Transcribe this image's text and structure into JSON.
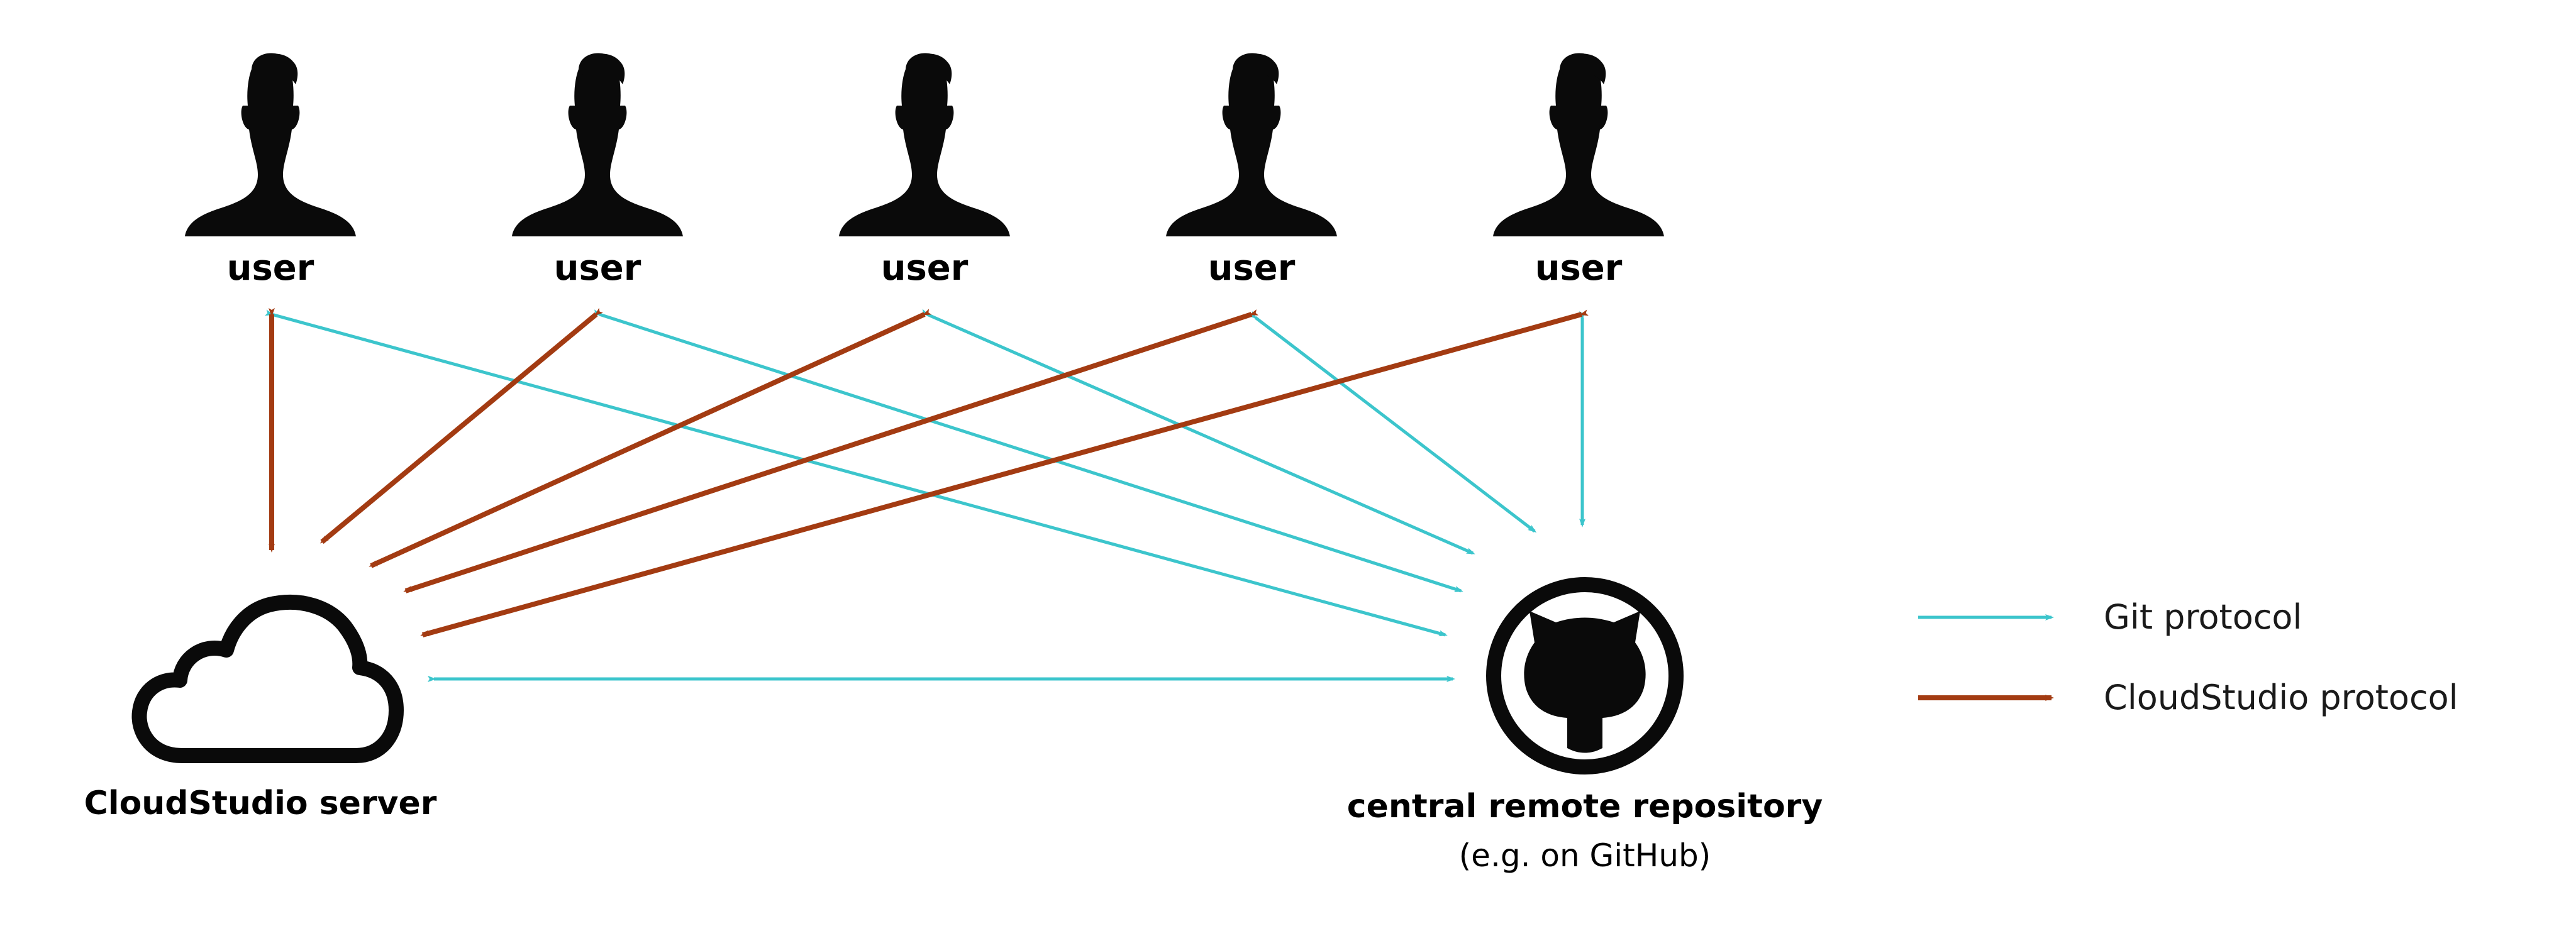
{
  "users": [
    {
      "label": "user"
    },
    {
      "label": "user"
    },
    {
      "label": "user"
    },
    {
      "label": "user"
    },
    {
      "label": "user"
    }
  ],
  "server": {
    "label": "CloudStudio server",
    "icon": "cloud-icon"
  },
  "repository": {
    "label": "central remote repository",
    "sublabel": "(e.g. on GitHub)",
    "icon": "github-icon"
  },
  "legend": {
    "git": {
      "label": "Git protocol",
      "color": "#3cc5cc"
    },
    "cloudstudio": {
      "label": "CloudStudio protocol",
      "color": "#a33b12"
    }
  },
  "connections": [
    {
      "from": "user-1",
      "to": "server",
      "protocol": "cloudstudio"
    },
    {
      "from": "user-2",
      "to": "server",
      "protocol": "cloudstudio"
    },
    {
      "from": "user-3",
      "to": "server",
      "protocol": "cloudstudio"
    },
    {
      "from": "user-4",
      "to": "server",
      "protocol": "cloudstudio"
    },
    {
      "from": "user-5",
      "to": "server",
      "protocol": "cloudstudio"
    },
    {
      "from": "user-1",
      "to": "repository",
      "protocol": "git"
    },
    {
      "from": "user-2",
      "to": "repository",
      "protocol": "git"
    },
    {
      "from": "user-3",
      "to": "repository",
      "protocol": "git"
    },
    {
      "from": "user-4",
      "to": "repository",
      "protocol": "git"
    },
    {
      "from": "user-5",
      "to": "repository",
      "protocol": "git"
    },
    {
      "from": "server",
      "to": "repository",
      "protocol": "git"
    }
  ]
}
